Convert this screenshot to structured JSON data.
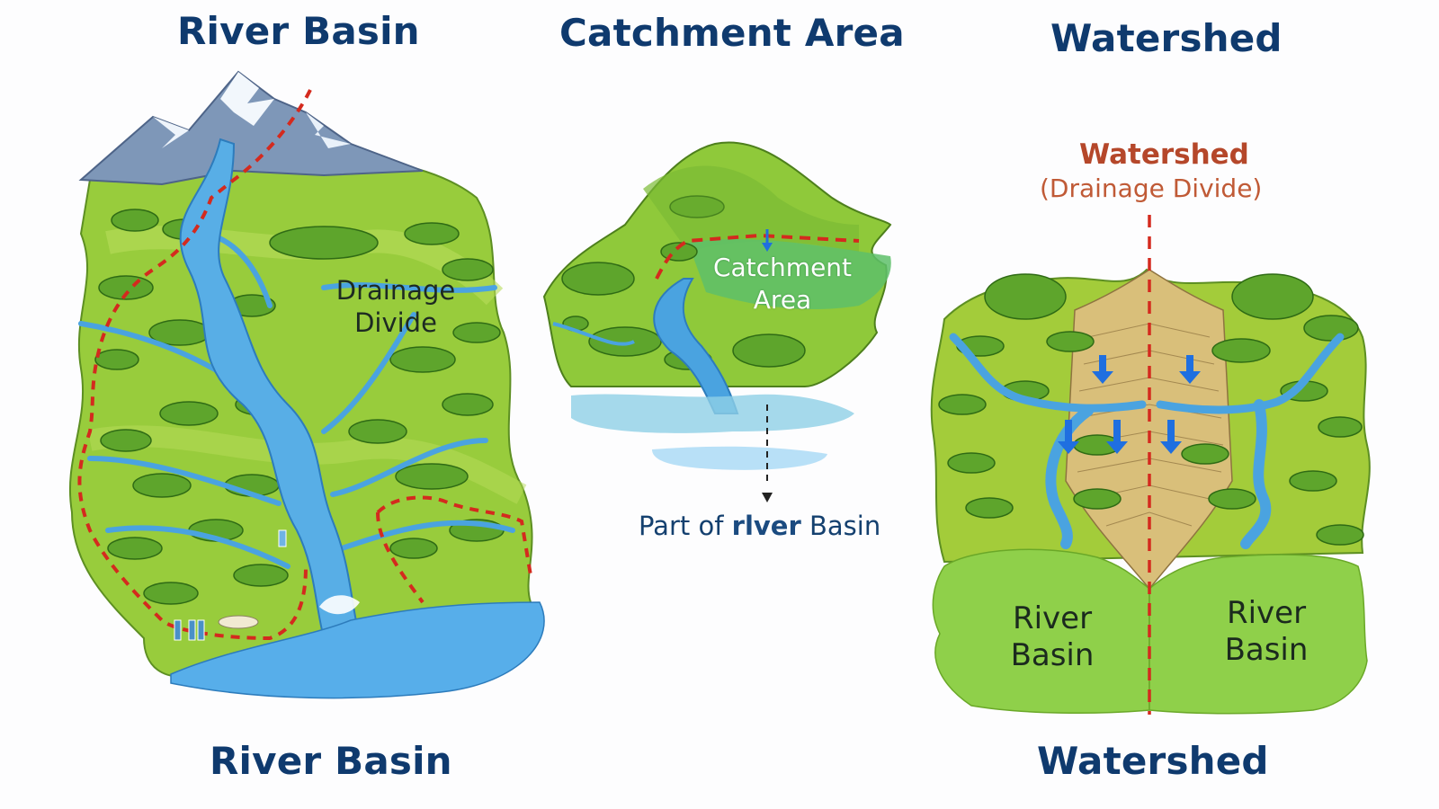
{
  "headers": {
    "left": "River Basin",
    "center": "Catchment Area",
    "right": "Watershed"
  },
  "footers": {
    "left": "River Basin",
    "right": "Watershed"
  },
  "river_basin_panel": {
    "label_line1": "Drainage",
    "label_line2": "Divide"
  },
  "catchment_panel": {
    "label_line1": "Catchment",
    "label_line2": "Area",
    "caption_prefix": "Part of",
    "caption_garbled": "rlver",
    "caption_suffix": "Basin"
  },
  "watershed_panel": {
    "divide_title": "Watershed",
    "divide_subtitle": "(Drainage Divide)",
    "left_basin_line1": "River",
    "left_basin_line2": "Basin",
    "right_basin_line1": "River",
    "right_basin_line2": "Basin"
  },
  "colors": {
    "title_navy": "#0f3a6e",
    "divide_red": "#d42a1e",
    "divide_label": "#b5472a",
    "land_green": "#8cc63f",
    "forest_green": "#5a9e2a",
    "water_blue": "#4aa3e0",
    "ridge_tan": "#d9bf7a",
    "arrow_blue": "#1f6fe0"
  }
}
